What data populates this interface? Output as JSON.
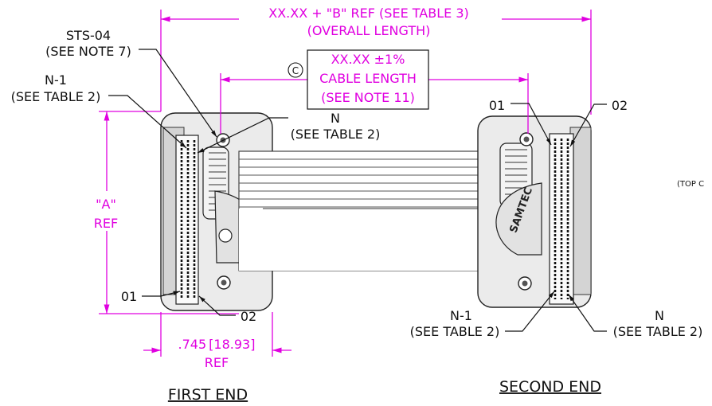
{
  "dimensions": {
    "overall_line1": "XX.XX + \"B\" REF (SEE TABLE 3)",
    "overall_line2": "(OVERALL LENGTH)",
    "cable_line1": "XX.XX ±1%",
    "cable_line2": "CABLE LENGTH",
    "cable_line3": "(SEE NOTE 11)",
    "a_ref_line1": "\"A\"",
    "a_ref_line2": "REF",
    "width_value": ".745",
    "width_metric": "[18.93]",
    "width_ref": "REF",
    "circle_symbol": "C"
  },
  "callouts": {
    "sts_line1": "STS-04",
    "sts_line2": "(SEE NOTE 7)",
    "first_n1_line1": "N-1",
    "first_n1_line2": "(SEE TABLE 2)",
    "first_n_line1": "N",
    "first_n_line2": "(SEE TABLE 2)",
    "first_01": "01",
    "first_02": "02",
    "second_01": "01",
    "second_02": "02",
    "second_n1_line1": "N-1",
    "second_n1_line2": "(SEE TABLE 2)",
    "second_n_line1": "N",
    "second_n_line2": "(SEE TABLE 2)",
    "top_partial": "(TOP C"
  },
  "titles": {
    "first_end": "FIRST END",
    "second_end": "SECOND END"
  },
  "logo_text": "SAMTEC",
  "colors": {
    "dimension": "#e000e0",
    "line": "#111111"
  }
}
